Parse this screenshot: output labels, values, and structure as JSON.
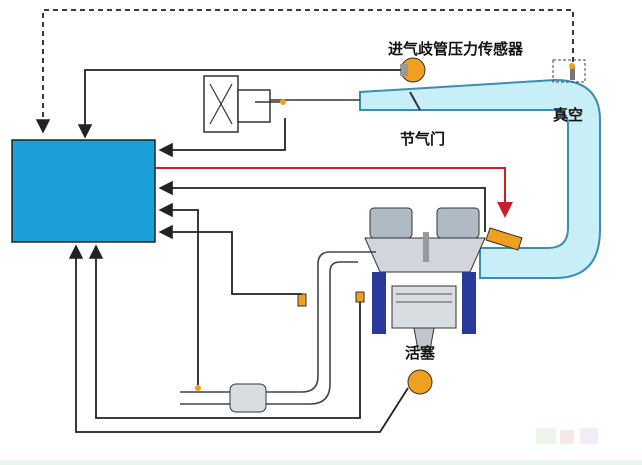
{
  "labels": {
    "map_sensor": "进气歧管压力传感器",
    "vacuum": "真空",
    "throttle": "节气门",
    "piston": "活塞"
  },
  "colors": {
    "ecu": "#1a9fd8",
    "intake": "#c8eef8",
    "intake_stroke": "#3a8fb0",
    "signal_line": "#222222",
    "injector_line": "#c8202a",
    "sensor": "#f0a020",
    "cylinder_wall": "#2a3a9a"
  }
}
